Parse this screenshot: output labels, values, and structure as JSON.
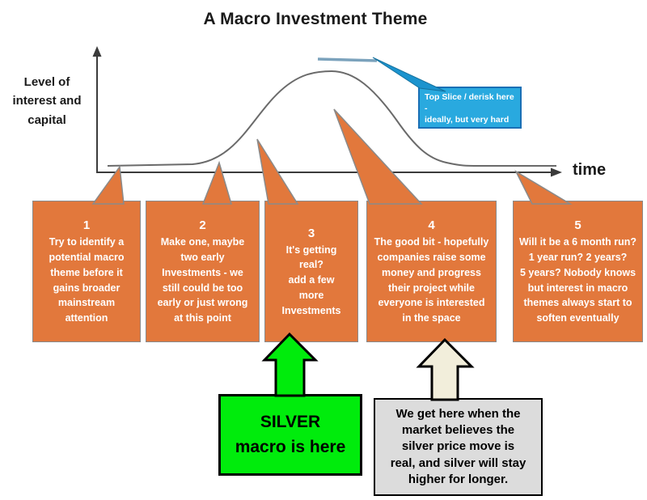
{
  "title": "A Macro Investment Theme",
  "axis": {
    "y_label": "Level of\ninterest and\ncapital",
    "x_label": "time"
  },
  "top_slice_callout": {
    "text": "Top Slice / derisk here -\nideally, but very hard to\nget the timing right",
    "fill_color": "#29a9df",
    "border_color": "#1a6fb5"
  },
  "stages": [
    {
      "number": "1",
      "text": "Try to identify a\npotential macro\ntheme before it\ngains broader\nmainstream\nattention"
    },
    {
      "number": "2",
      "text": "Make one, maybe\ntwo early\nInvestments - we\nstill could be too\nearly or just wrong\nat this point"
    },
    {
      "number": "3",
      "text": "It's getting\nreal?\nadd a few\nmore\nInvestments"
    },
    {
      "number": "4",
      "text": "The good bit - hopefully\ncompanies raise some\nmoney and progress\ntheir project while\neveryone is interested\nin the space"
    },
    {
      "number": "5",
      "text": "Will it be a 6 month run?\n1 year run? 2 years?\n5 years? Nobody knows\nbut interest in macro\nthemes always start to\nsoften eventually"
    }
  ],
  "silver_callout": {
    "line1": "SILVER",
    "line2": "macro is here",
    "fill_color": "#00ec0c"
  },
  "market_callout": {
    "text": "We get here when the\nmarket believes the\nsilver price move is\nreal, and silver will stay\nhigher for longer.",
    "fill_color": "#dcdcdc"
  },
  "colors": {
    "stage_box_orange": "#e2783c",
    "curve_gray": "#6a6a6a",
    "top_line_blue": "#7ba2bc",
    "cream_arrow": "#f2eedb"
  }
}
